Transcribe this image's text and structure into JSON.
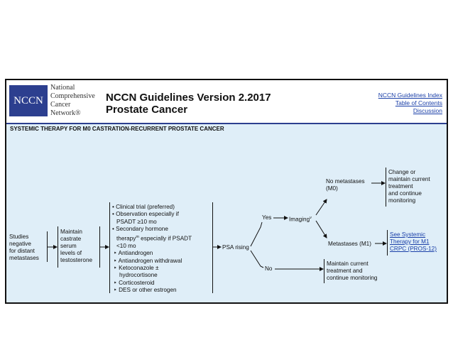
{
  "header": {
    "logo": "NCCN",
    "org_lines": [
      "National",
      "Comprehensive",
      "Cancer",
      "Network®"
    ],
    "title_lines": [
      "NCCN Guidelines Version 2.2017",
      "Prostate Cancer"
    ],
    "links": [
      "NCCN Guidelines Index",
      "Table of Contents",
      "Discussion"
    ]
  },
  "section_heading": "SYSTEMIC THERAPY FOR M0 CASTRATION-RECURRENT PROSTATE CANCER",
  "flow": {
    "studies": [
      "Studies",
      "negative",
      "for distant",
      "metastases"
    ],
    "maintain": [
      "Maintain",
      "castrate",
      "serum",
      "levels of",
      "testosterone"
    ],
    "options": [
      "• Clinical trial (preferred)",
      "• Observation especially if",
      "  PSADT ≥10 mo",
      "• Secondary hormone",
      "  therapy   especially if PSADT",
      "  <10 mo",
      "‣ Antiandrogen",
      "‣ Antiandrogen withdrawal",
      "‣ Ketoconazole ±",
      "  hydrocortisone",
      "‣ Corticosteroid",
      "‣ DES or other estrogen"
    ],
    "therapy_superscript": "m",
    "psa": "PSA rising",
    "yes": "Yes",
    "imaging": "Imaging",
    "imaging_superscript": "v",
    "no": "No",
    "no_metastases": [
      "No metastases",
      "(M0)"
    ],
    "change": [
      "Change or",
      "maintain current",
      "treatment",
      "and continue",
      "monitoring"
    ],
    "metastases": "Metastases (M1)",
    "see_link": [
      "See Systemic",
      "Therapy for M1",
      "CRPC (PROS-12)"
    ],
    "maintain_current": [
      "Maintain current",
      "treatment and",
      "continue monitoring"
    ]
  }
}
